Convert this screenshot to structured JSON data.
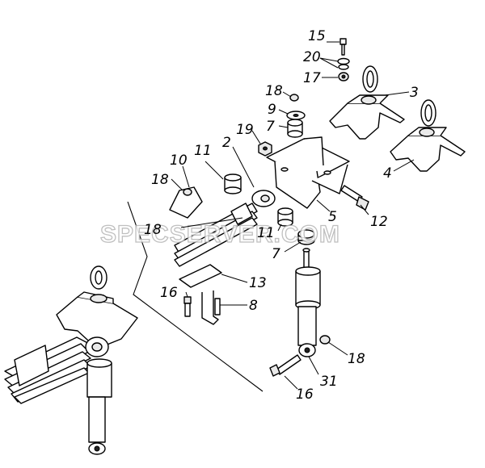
{
  "watermark": "SPECSERVER.COM",
  "callouts": [
    {
      "id": "c15",
      "text": "15"
    },
    {
      "id": "c20",
      "text": "20"
    },
    {
      "id": "c17",
      "text": "17"
    },
    {
      "id": "c18a",
      "text": "18"
    },
    {
      "id": "c3",
      "text": "3"
    },
    {
      "id": "c9",
      "text": "9"
    },
    {
      "id": "c7a",
      "text": "7"
    },
    {
      "id": "c19",
      "text": "19"
    },
    {
      "id": "c4",
      "text": "4"
    },
    {
      "id": "c10",
      "text": "10"
    },
    {
      "id": "c11a",
      "text": "11"
    },
    {
      "id": "c2",
      "text": "2"
    },
    {
      "id": "c18b",
      "text": "18"
    },
    {
      "id": "c5",
      "text": "5"
    },
    {
      "id": "c12",
      "text": "12"
    },
    {
      "id": "c18c",
      "text": "18"
    },
    {
      "id": "c11b",
      "text": "11"
    },
    {
      "id": "c7b",
      "text": "7"
    },
    {
      "id": "c13",
      "text": "13"
    },
    {
      "id": "c16a",
      "text": "16"
    },
    {
      "id": "c8",
      "text": "8"
    },
    {
      "id": "c18d",
      "text": "18"
    },
    {
      "id": "c31",
      "text": "31"
    },
    {
      "id": "c16b",
      "text": "16"
    }
  ]
}
